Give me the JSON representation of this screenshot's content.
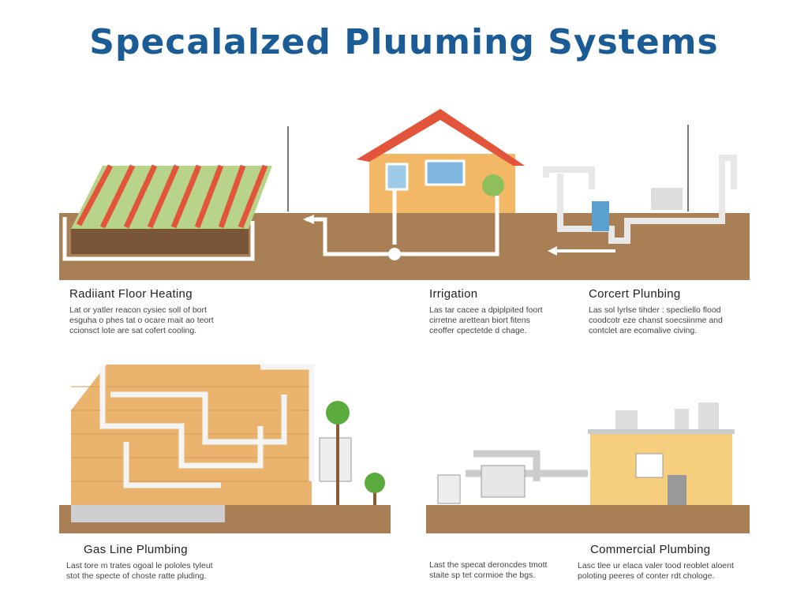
{
  "title": "Specalalzed Pluuming Systems",
  "sections": [
    {
      "heading": "Radiiant Floor Heating",
      "lines": [
        "Lat or yatler reacon cysiec soll of bort",
        "esguha o phes tat o ocare mait ao teort",
        "ccionsct lote are sat cofert cooling."
      ]
    },
    {
      "heading": "Irrigation",
      "lines": [
        "Las tar cacee a dpiplpited foort",
        "cirretne arettean biort fitens",
        "ceoffer cpectetde d chage."
      ]
    },
    {
      "heading": "Corcert Plunbing",
      "lines": [
        "Las sol lyrlse tihder : specliello flood",
        "coodcotr eze chanst soecsiinme and",
        "contclet are ecomalive civing."
      ]
    },
    {
      "heading": "Gas Line Plumbing",
      "lines": [
        "Last tore m trates ogoal le pololes tyleut",
        "stot the specte of choste ratte pluding."
      ]
    },
    {
      "heading": "",
      "lines": [
        "Last the specat deroncdes tmott",
        "staite sp tet cormioe the bgs."
      ]
    },
    {
      "heading": "Commercial Plumbing",
      "lines": [
        "Lasc tlee ur elaca valer tood reoblet aloent",
        "poloting peeres of conter rdt chologe."
      ]
    }
  ],
  "colors": {
    "title": "#1b5c96",
    "soil": "#a97f55",
    "pipe": "#f2f2f2",
    "brick": "#e9b26f",
    "roof": "#e2553b"
  }
}
